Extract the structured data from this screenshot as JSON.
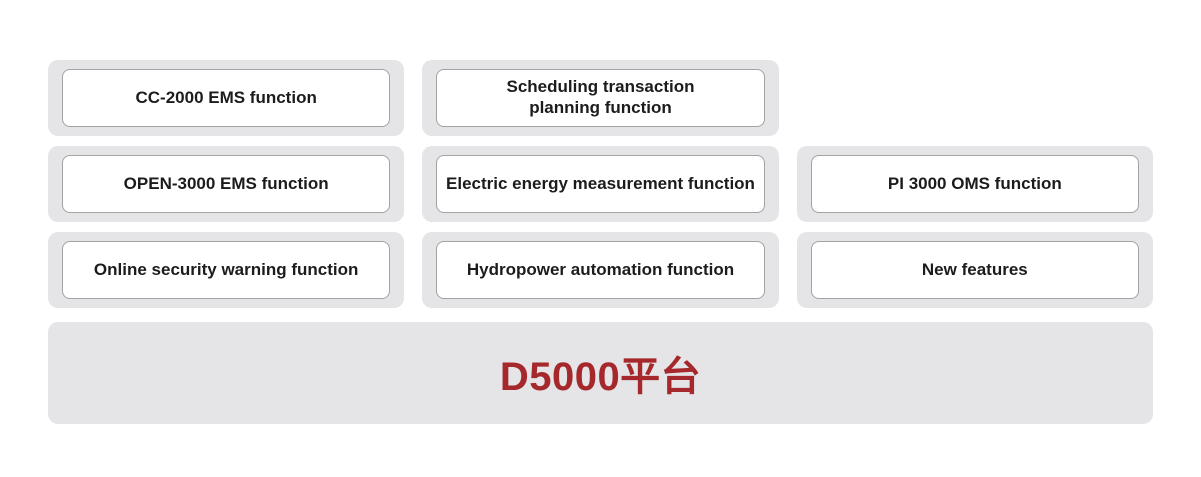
{
  "diagram": {
    "rows": [
      {
        "boxes": [
          {
            "label": "CC-2000 EMS function"
          },
          {
            "label": "Scheduling transaction\nplanning function"
          }
        ]
      },
      {
        "boxes": [
          {
            "label": "OPEN-3000 EMS function"
          },
          {
            "label": "Electric energy measurement function"
          },
          {
            "label": "PI 3000 OMS function"
          }
        ]
      },
      {
        "boxes": [
          {
            "label": "Online security warning function"
          },
          {
            "label": "Hydropower automation function"
          },
          {
            "label": "New features"
          }
        ]
      }
    ],
    "platform_bar": {
      "label": "D5000平台"
    },
    "colors": {
      "container_bg": "#e5e4e7",
      "box_bg": "#ffffff",
      "box_border": "#a3a3a3",
      "box_text": "#1c1c1c",
      "platform_text": "#a5282c",
      "page_bg": "#ffffff"
    }
  }
}
